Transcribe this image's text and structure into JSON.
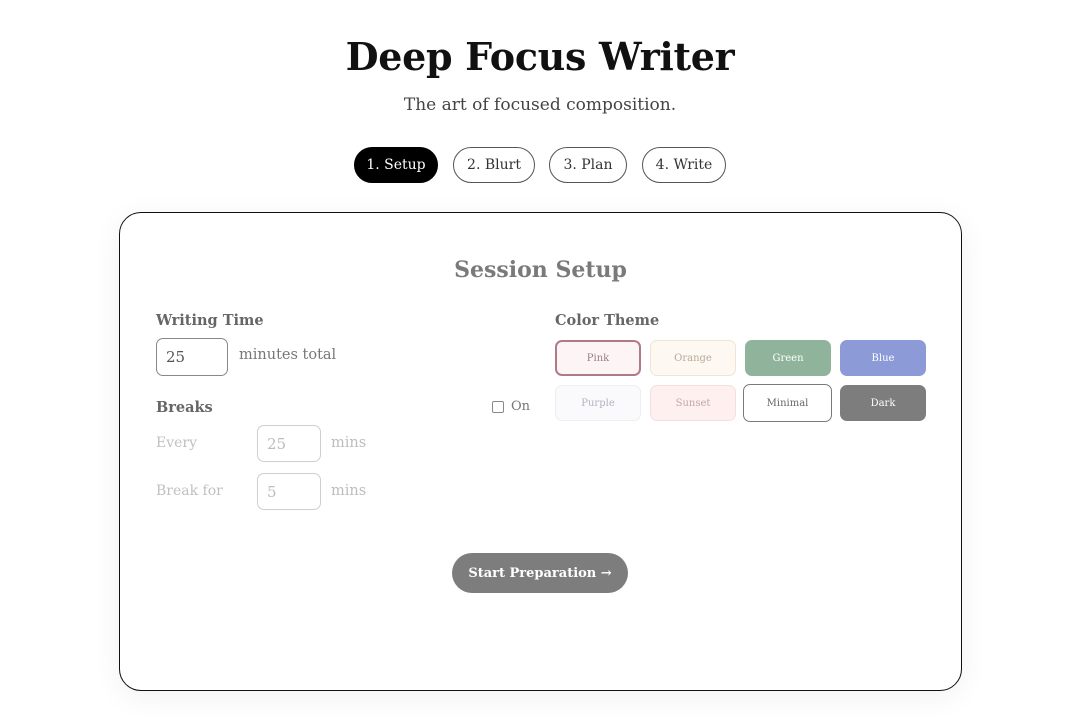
{
  "header": {
    "title": "Deep Focus Writer",
    "subtitle": "The art of focused composition."
  },
  "steps": [
    {
      "label": "1. Setup",
      "active": true
    },
    {
      "label": "2. Blurt",
      "active": false
    },
    {
      "label": "3. Plan",
      "active": false
    },
    {
      "label": "4. Write",
      "active": false
    }
  ],
  "setup": {
    "title": "Session Setup",
    "writing_time": {
      "label": "Writing Time",
      "value": "25",
      "suffix": "minutes total"
    },
    "breaks": {
      "label": "Breaks",
      "toggle_label": "On",
      "enabled": false,
      "every_label": "Every",
      "every_value": "25",
      "every_suffix": "mins",
      "duration_label": "Break for",
      "duration_value": "5",
      "duration_suffix": "mins"
    },
    "theme": {
      "label": "Color Theme",
      "options": [
        {
          "name": "Pink",
          "bg": "#fdf4f6",
          "border": "#b07a88",
          "text": "#9a8088",
          "selected": true
        },
        {
          "name": "Orange",
          "bg": "#fdf8f2",
          "border": "#f1e4d5",
          "text": "#b8a898",
          "selected": false
        },
        {
          "name": "Green",
          "bg": "#8fb39b",
          "border": "#8fb39b",
          "text": "#ffffff",
          "selected": false
        },
        {
          "name": "Blue",
          "bg": "#8c9bd8",
          "border": "#8c9bd8",
          "text": "#ffffff",
          "selected": false
        },
        {
          "name": "Purple",
          "bg": "#fafafc",
          "border": "#eeeef2",
          "text": "#b5b2c0",
          "selected": false
        },
        {
          "name": "Sunset",
          "bg": "#fdf0ef",
          "border": "#f5e0de",
          "text": "#c0a8a4",
          "selected": false
        },
        {
          "name": "Minimal",
          "bg": "#ffffff",
          "border": "#7a7a7a",
          "text": "#666666",
          "selected": false
        },
        {
          "name": "Dark",
          "bg": "#7d7d7d",
          "border": "#7d7d7d",
          "text": "#ffffff",
          "selected": false
        }
      ]
    },
    "start_button": "Start Preparation →"
  }
}
